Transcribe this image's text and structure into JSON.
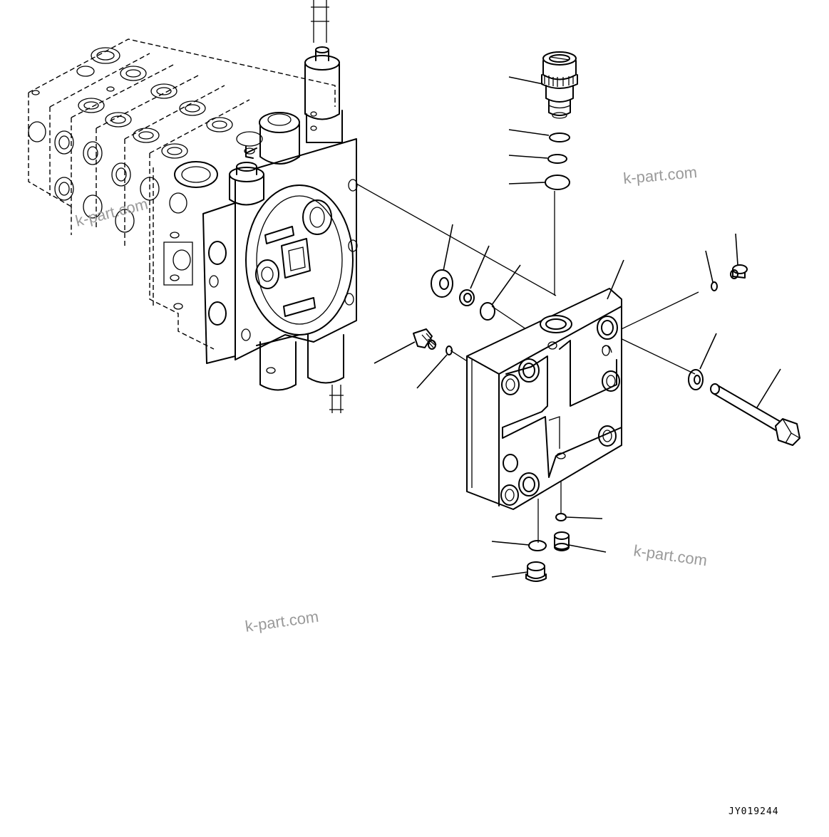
{
  "drawing": {
    "code": "JY019244"
  },
  "watermarks": [
    {
      "text": "k-part.com"
    },
    {
      "text": "k-part.com"
    },
    {
      "text": "k-part.com"
    },
    {
      "text": "k-part.com"
    }
  ]
}
